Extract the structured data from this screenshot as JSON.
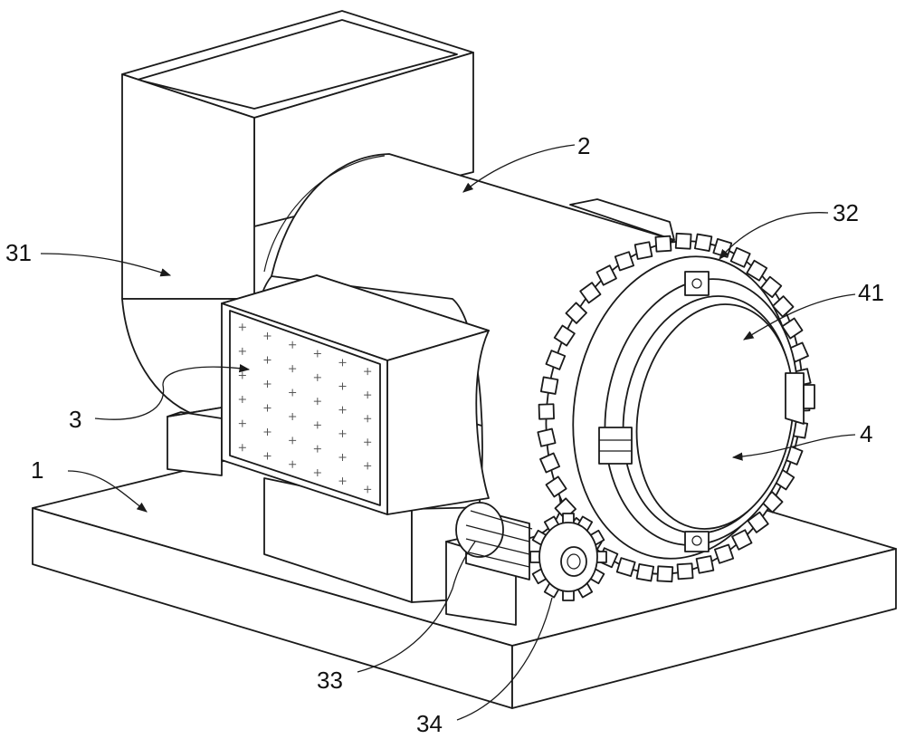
{
  "labels": {
    "l1": "1",
    "l2": "2",
    "l3": "3",
    "l4": "4",
    "l31": "31",
    "l32": "32",
    "l33": "33",
    "l34": "34",
    "l41": "41"
  }
}
